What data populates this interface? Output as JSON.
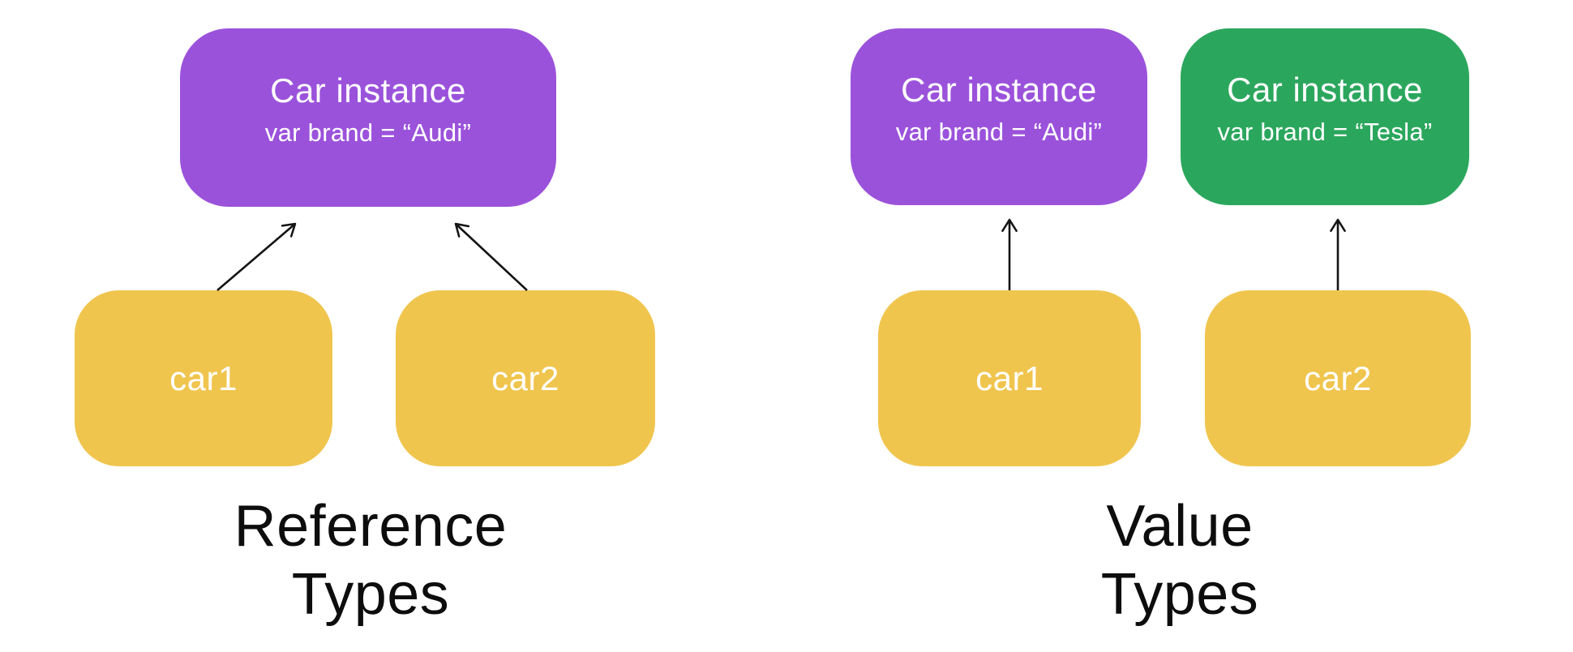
{
  "colors": {
    "background": "#ffffff",
    "purple": "#9B52DB",
    "green": "#2BA75D",
    "yellow": "#F0C54E",
    "box_text": "#ffffff",
    "label_text": "#0d0d0d",
    "arrow": "#141414"
  },
  "sections": {
    "reference": {
      "label_lines": [
        "Reference",
        "Types"
      ],
      "instance": {
        "title": "Car instance",
        "detail": "var brand = “Audi”",
        "color_key": "purple"
      },
      "vars": [
        "car1",
        "car2"
      ]
    },
    "value": {
      "label_lines": [
        "Value",
        "Types"
      ],
      "instances": [
        {
          "title": "Car instance",
          "detail": "var brand = “Audi”",
          "color_key": "purple"
        },
        {
          "title": "Car instance",
          "detail": "var brand = “Tesla”",
          "color_key": "green"
        }
      ],
      "vars": [
        "car1",
        "car2"
      ]
    }
  }
}
